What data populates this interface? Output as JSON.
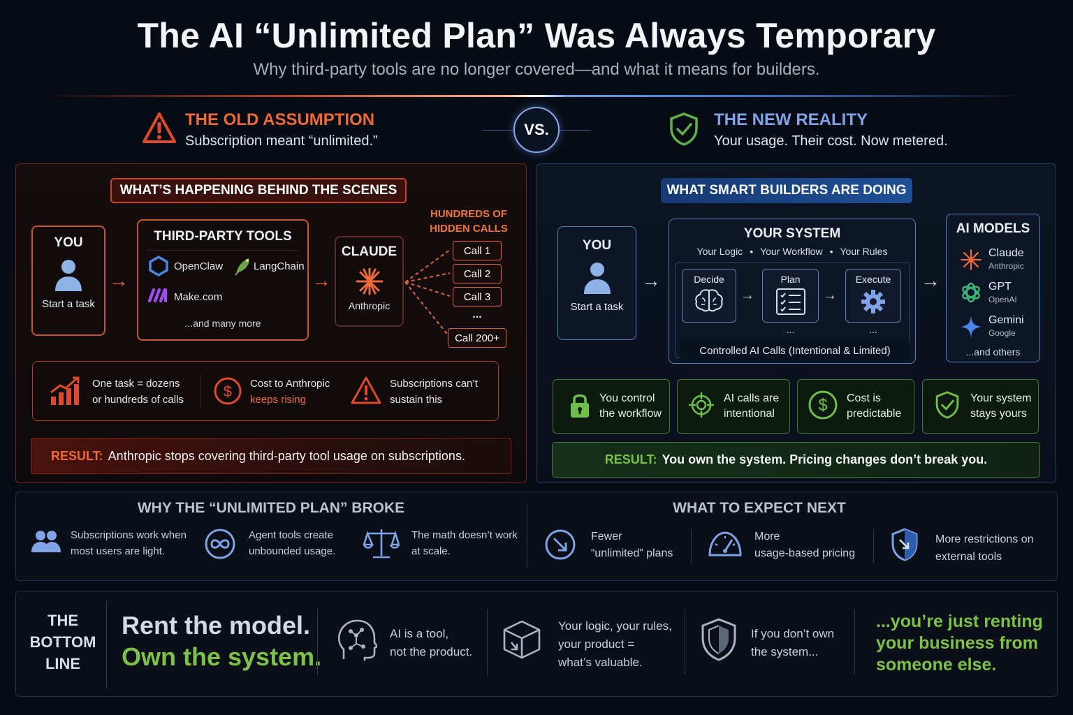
{
  "header": {
    "title": "The AI “Unlimited Plan” Was Always Temporary",
    "subtitle": "Why third-party tools are no longer covered—and what it means for builders."
  },
  "vs_label": "VS.",
  "old": {
    "heading": "THE OLD ASSUMPTION",
    "sub": "Subscription meant “unlimited.”",
    "banner": "WHAT’S HAPPENING BEHIND THE SCENES",
    "you": {
      "title": "YOU",
      "caption": "Start a task"
    },
    "tools": {
      "title": "THIRD-PARTY TOOLS",
      "items": [
        "OpenClaw",
        "LangChain",
        "Make.com"
      ],
      "more": "...and many more"
    },
    "claude": {
      "title": "CLAUDE",
      "caption": "Anthropic"
    },
    "hidden_calls": [
      "HUNDREDS OF",
      "HIDDEN CALLS"
    ],
    "calls": [
      "Call 1",
      "Call 2",
      "Call 3",
      "...",
      "Call 200+"
    ],
    "facts": [
      {
        "l1": "One task = dozens",
        "l2": "or hundreds of calls"
      },
      {
        "l1": "Cost to Anthropic",
        "l2": "keeps rising"
      },
      {
        "l1": "Subscriptions can’t",
        "l2": "sustain this"
      }
    ],
    "result_label": "RESULT:",
    "result_text": "Anthropic stops covering third-party tool usage on subscriptions."
  },
  "new": {
    "heading": "THE NEW REALITY",
    "sub": "Your usage. Their cost. Now metered.",
    "banner": "WHAT SMART BUILDERS ARE DOING",
    "you": {
      "title": "YOU",
      "caption": "Start a task"
    },
    "system": {
      "title": "YOUR SYSTEM",
      "tags": [
        "Your Logic",
        "•",
        "Your Workflow",
        "•",
        "Your Rules"
      ],
      "steps": [
        "Decide",
        "Plan",
        "Execute"
      ],
      "dots": "...",
      "footer": "Controlled AI Calls (Intentional & Limited)"
    },
    "models": {
      "title": "AI MODELS",
      "items": [
        {
          "name": "Claude",
          "org": "Anthropic"
        },
        {
          "name": "GPT",
          "org": "OpenAI"
        },
        {
          "name": "Gemini",
          "org": "Google"
        }
      ],
      "more": "...and others"
    },
    "cards": [
      {
        "l1": "You control",
        "l2": "the workflow",
        "icon": "lock-icon"
      },
      {
        "l1": "AI calls are",
        "l2": "intentional",
        "icon": "target-icon"
      },
      {
        "l1": "Cost is",
        "l2": "predictable",
        "icon": "dollar-icon"
      },
      {
        "l1": "Your system",
        "l2": "stays yours",
        "icon": "shield-check-icon"
      }
    ],
    "result_label": "RESULT:",
    "result_text": "You own the system. Pricing changes don’t break you."
  },
  "why": {
    "heading": "WHY THE “UNLIMITED PLAN” BROKE",
    "items": [
      {
        "l1": "Subscriptions work when",
        "l2": "most users are light."
      },
      {
        "l1": "Agent tools create",
        "l2": "unbounded usage."
      },
      {
        "l1": "The math doesn’t work",
        "l2": "at scale."
      }
    ]
  },
  "next": {
    "heading": "WHAT TO EXPECT NEXT",
    "items": [
      {
        "l1": "Fewer",
        "l2": "“unlimited” plans"
      },
      {
        "l1": "More",
        "l2": "usage-based pricing"
      },
      {
        "l1": "More restrictions on",
        "l2": "external tools"
      }
    ]
  },
  "bottom": {
    "label": [
      "THE",
      "BOTTOM",
      "LINE"
    ],
    "line1": "Rent the model.",
    "line2": "Own the system.",
    "points": [
      {
        "l1": "AI is a tool,",
        "l2": "not the product."
      },
      {
        "l1": "Your logic, your rules,",
        "l2": "your product =",
        "l3": "what’s valuable."
      },
      {
        "l1": "If you don’t own",
        "l2": "the system..."
      }
    ],
    "closing": [
      "...you’re just renting",
      "your business from",
      "someone else."
    ]
  },
  "colors": {
    "accent_orange": "#e5643a",
    "accent_blue": "#7fa3e6",
    "accent_green": "#7cc24a",
    "bg": "#070b14"
  }
}
